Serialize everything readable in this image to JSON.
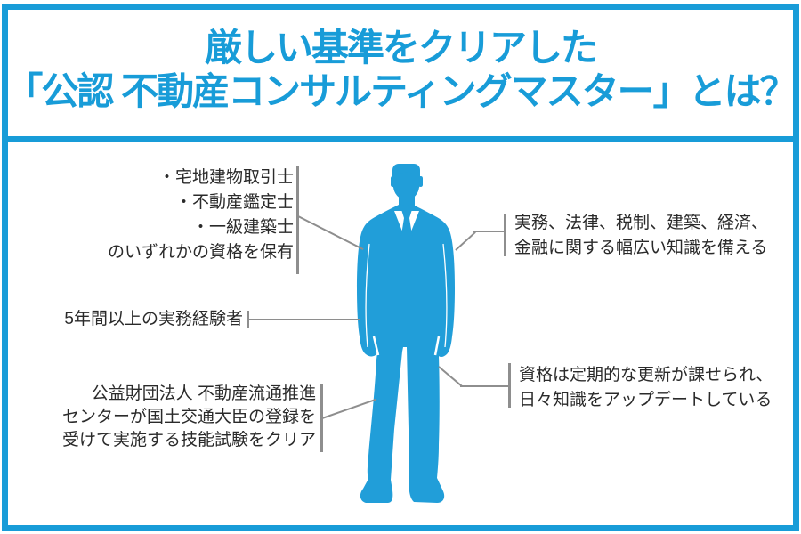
{
  "header": {
    "title_line1": "厳しい基準をクリアした",
    "title_line2": "「公認 不動産コンサルティングマスター」とは？"
  },
  "callouts": {
    "qualifications": {
      "lines": [
        "・宅地建物取引士",
        "・不動産鑑定士",
        "・一級建築士",
        "のいずれかの資格を保有"
      ]
    },
    "experience": {
      "line": "5年間以上の実務経験者"
    },
    "exam": {
      "lines": [
        "公益財団法人 不動産流通推進",
        "センターが国土交通大臣の登録を",
        "受けて実施する技能試験をクリア"
      ]
    },
    "knowledge": {
      "lines": [
        "実務、法律、税制、建築、経済、",
        "金融に関する幅広い知識を備える"
      ]
    },
    "update": {
      "lines": [
        "資格は定期的な更新が課せられ、",
        "日々知識をアップデートしている"
      ]
    }
  },
  "figure": {
    "name": "businessman-silhouette"
  },
  "colors": {
    "accent_blue": "#189CD8",
    "figure_blue": "#219ED9",
    "line_gray": "#8E8E8E",
    "text_dark": "#2A2A2A"
  }
}
